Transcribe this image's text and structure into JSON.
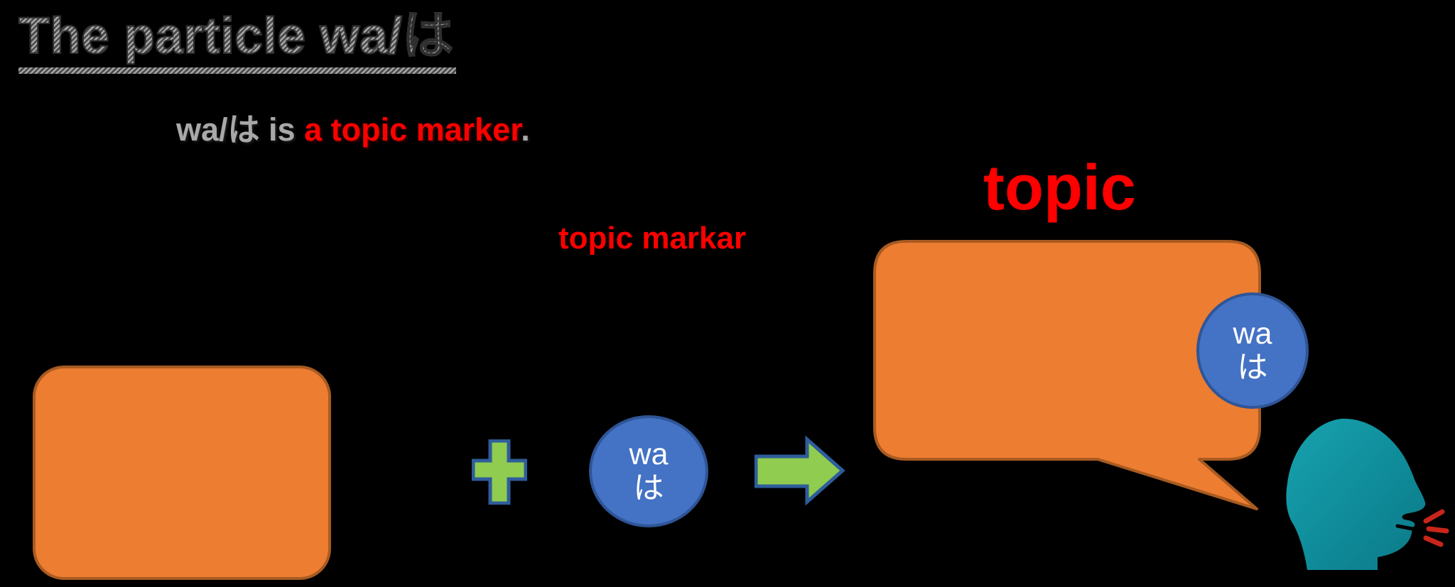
{
  "slide": {
    "background": "#000000",
    "title": "The particle wa/は",
    "subtitle": {
      "gray_part": "wa/は is ",
      "red_part": "a topic marker",
      "period": "."
    },
    "callouts": {
      "topic_marker_label": "topic markar",
      "topic_label": "topic"
    },
    "particle_bubble": {
      "line1": "wa",
      "line2": "は"
    },
    "icons": [
      "plus-icon",
      "arrow-right-icon",
      "speech-bubble-shape",
      "head-silhouette-icon",
      "speech-marks-icon"
    ],
    "colors": {
      "title_stripe_light": "#A6A6A6",
      "title_stripe_dark": "#4A4A4A",
      "subtitle_gray": "#A9A9A9",
      "accent_red": "#FF0000",
      "shape_orange": "#ED7D31",
      "shape_orange_border": "#A85B21",
      "shape_green": "#8FCC4F",
      "shape_green_border": "#2E5D9B",
      "circle_blue": "#4472C4",
      "circle_blue_border": "#2F5597",
      "head_teal_light": "#18A2AF",
      "head_teal_dark": "#0C7987",
      "speech_marks_red": "#C9251A"
    }
  }
}
